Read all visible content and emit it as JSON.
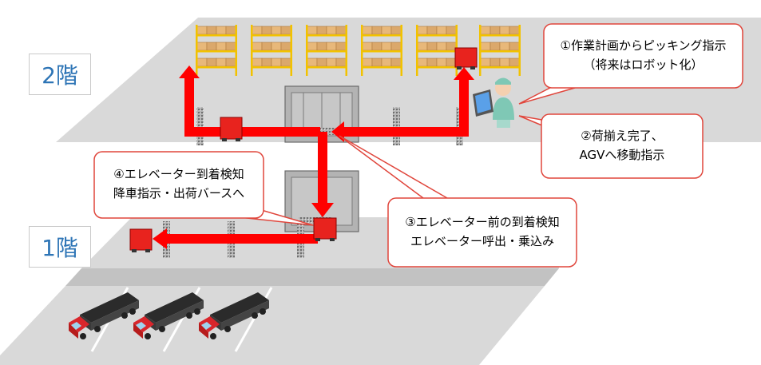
{
  "floors": {
    "upper": "2階",
    "lower": "1階"
  },
  "callouts": [
    {
      "id": "c1",
      "lines": [
        "①作業計画からピッキング指示",
        "（将来はロボット化）"
      ]
    },
    {
      "id": "c2",
      "lines": [
        "②荷揃え完了、",
        "AGVへ移動指示"
      ]
    },
    {
      "id": "c3",
      "lines": [
        "③エレベーター前の到着検知",
        "エレベーター呼出・乗込み"
      ]
    },
    {
      "id": "c4",
      "lines": [
        "④エレベーター到着検知",
        "降車指示・出荷バースへ"
      ]
    }
  ],
  "colors": {
    "route_red": "#ff0000",
    "agv_red": "#e8231e",
    "floor_gray": "#d9d9d9",
    "floor_light": "#eeeeee",
    "label_blue": "#2e75b6",
    "callout_border": "#e0463c",
    "box_tan": "#e8b87a",
    "rack_yellow": "#f2c200",
    "truck_cab": "#d9262c"
  }
}
